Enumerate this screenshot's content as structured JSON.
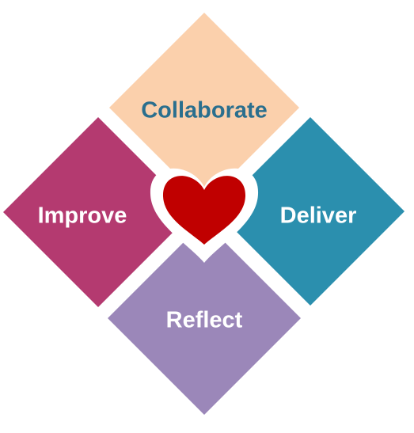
{
  "diagram": {
    "quadrants": [
      {
        "id": "top",
        "label": "Collaborate",
        "fill": "#fbd0ac",
        "text_color": "#2a6f8e"
      },
      {
        "id": "right",
        "label": "Deliver",
        "fill": "#2b8fae",
        "text_color": "#ffffff"
      },
      {
        "id": "bottom",
        "label": "Reflect",
        "fill": "#9b87b9",
        "text_color": "#ffffff"
      },
      {
        "id": "left",
        "label": "Improve",
        "fill": "#b43a70",
        "text_color": "#ffffff"
      }
    ],
    "center": {
      "icon": "heart-icon",
      "fill": "#c00000",
      "outline": "#ffffff"
    }
  }
}
